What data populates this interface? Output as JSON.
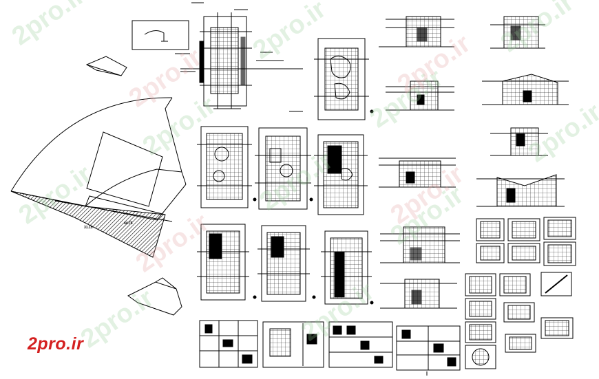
{
  "brand": {
    "logo_text": "2pro.ir",
    "logo_color": "#d42020",
    "watermark_text": "2pro.ir"
  },
  "site_plan": {
    "drawing_type": "site-plan-arc-hatched",
    "labels": [
      "44.75",
      "31.15"
    ]
  },
  "drawings": {
    "floor_plans": 9,
    "elevations": 9,
    "detail_sheets": 18
  },
  "colors": {
    "line": "#000000",
    "background": "#ffffff",
    "watermark_green": "#96cd96",
    "watermark_red": "#e6aaaa"
  }
}
